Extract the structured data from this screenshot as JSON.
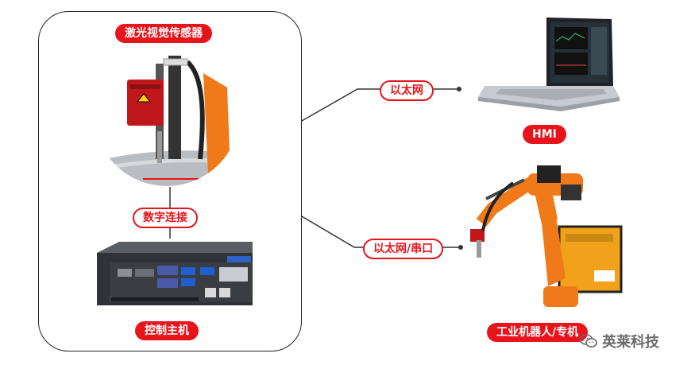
{
  "labels": {
    "sensor": "激光视觉传感器",
    "digital_link": "数字连接",
    "controller": "控制主机",
    "ethernet": "以太网",
    "hmi": "HMI",
    "ethernet_serial": "以太网/串口",
    "robot": "工业机器人/专机"
  },
  "watermark": "英莱科技",
  "colors": {
    "accent": "#e8141b",
    "sensor_red": "#c0171b",
    "robot_orange": "#f07a1a"
  }
}
